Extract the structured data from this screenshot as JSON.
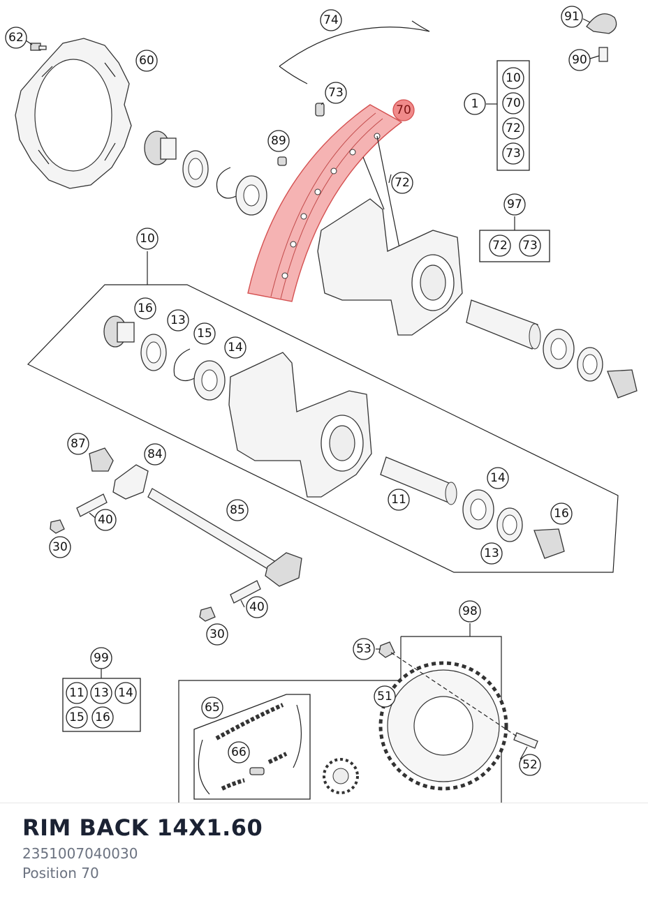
{
  "part": {
    "name": "RIM BACK 14X1.60",
    "number": "2351007040030",
    "position": "Position 70"
  },
  "colors": {
    "highlight": "#f08a8a",
    "highlight_stroke": "#d45050",
    "line": "#222222"
  },
  "labels": {
    "l62": "62",
    "l60": "60",
    "l74": "74",
    "l91": "91",
    "l90": "90",
    "l73a": "73",
    "l70": "70",
    "l89": "89",
    "l72": "72",
    "l1": "1",
    "l1_10": "10",
    "l1_70": "70",
    "l1_72": "72",
    "l1_73": "73",
    "l97": "97",
    "l97_72": "72",
    "l97_73": "73",
    "l10": "10",
    "l16a": "16",
    "l13a": "13",
    "l15": "15",
    "l14a": "14",
    "l87": "87",
    "l84": "84",
    "l40a": "40",
    "l30a": "30",
    "l85": "85",
    "l11": "11",
    "l14b": "14",
    "l16b": "16",
    "l13b": "13",
    "l40b": "40",
    "l30b": "30",
    "l98": "98",
    "l53": "53",
    "l51": "51",
    "l52": "52",
    "l99": "99",
    "l99_11": "11",
    "l99_13": "13",
    "l99_14": "14",
    "l99_15": "15",
    "l99_16": "16",
    "l65": "65",
    "l66": "66"
  }
}
